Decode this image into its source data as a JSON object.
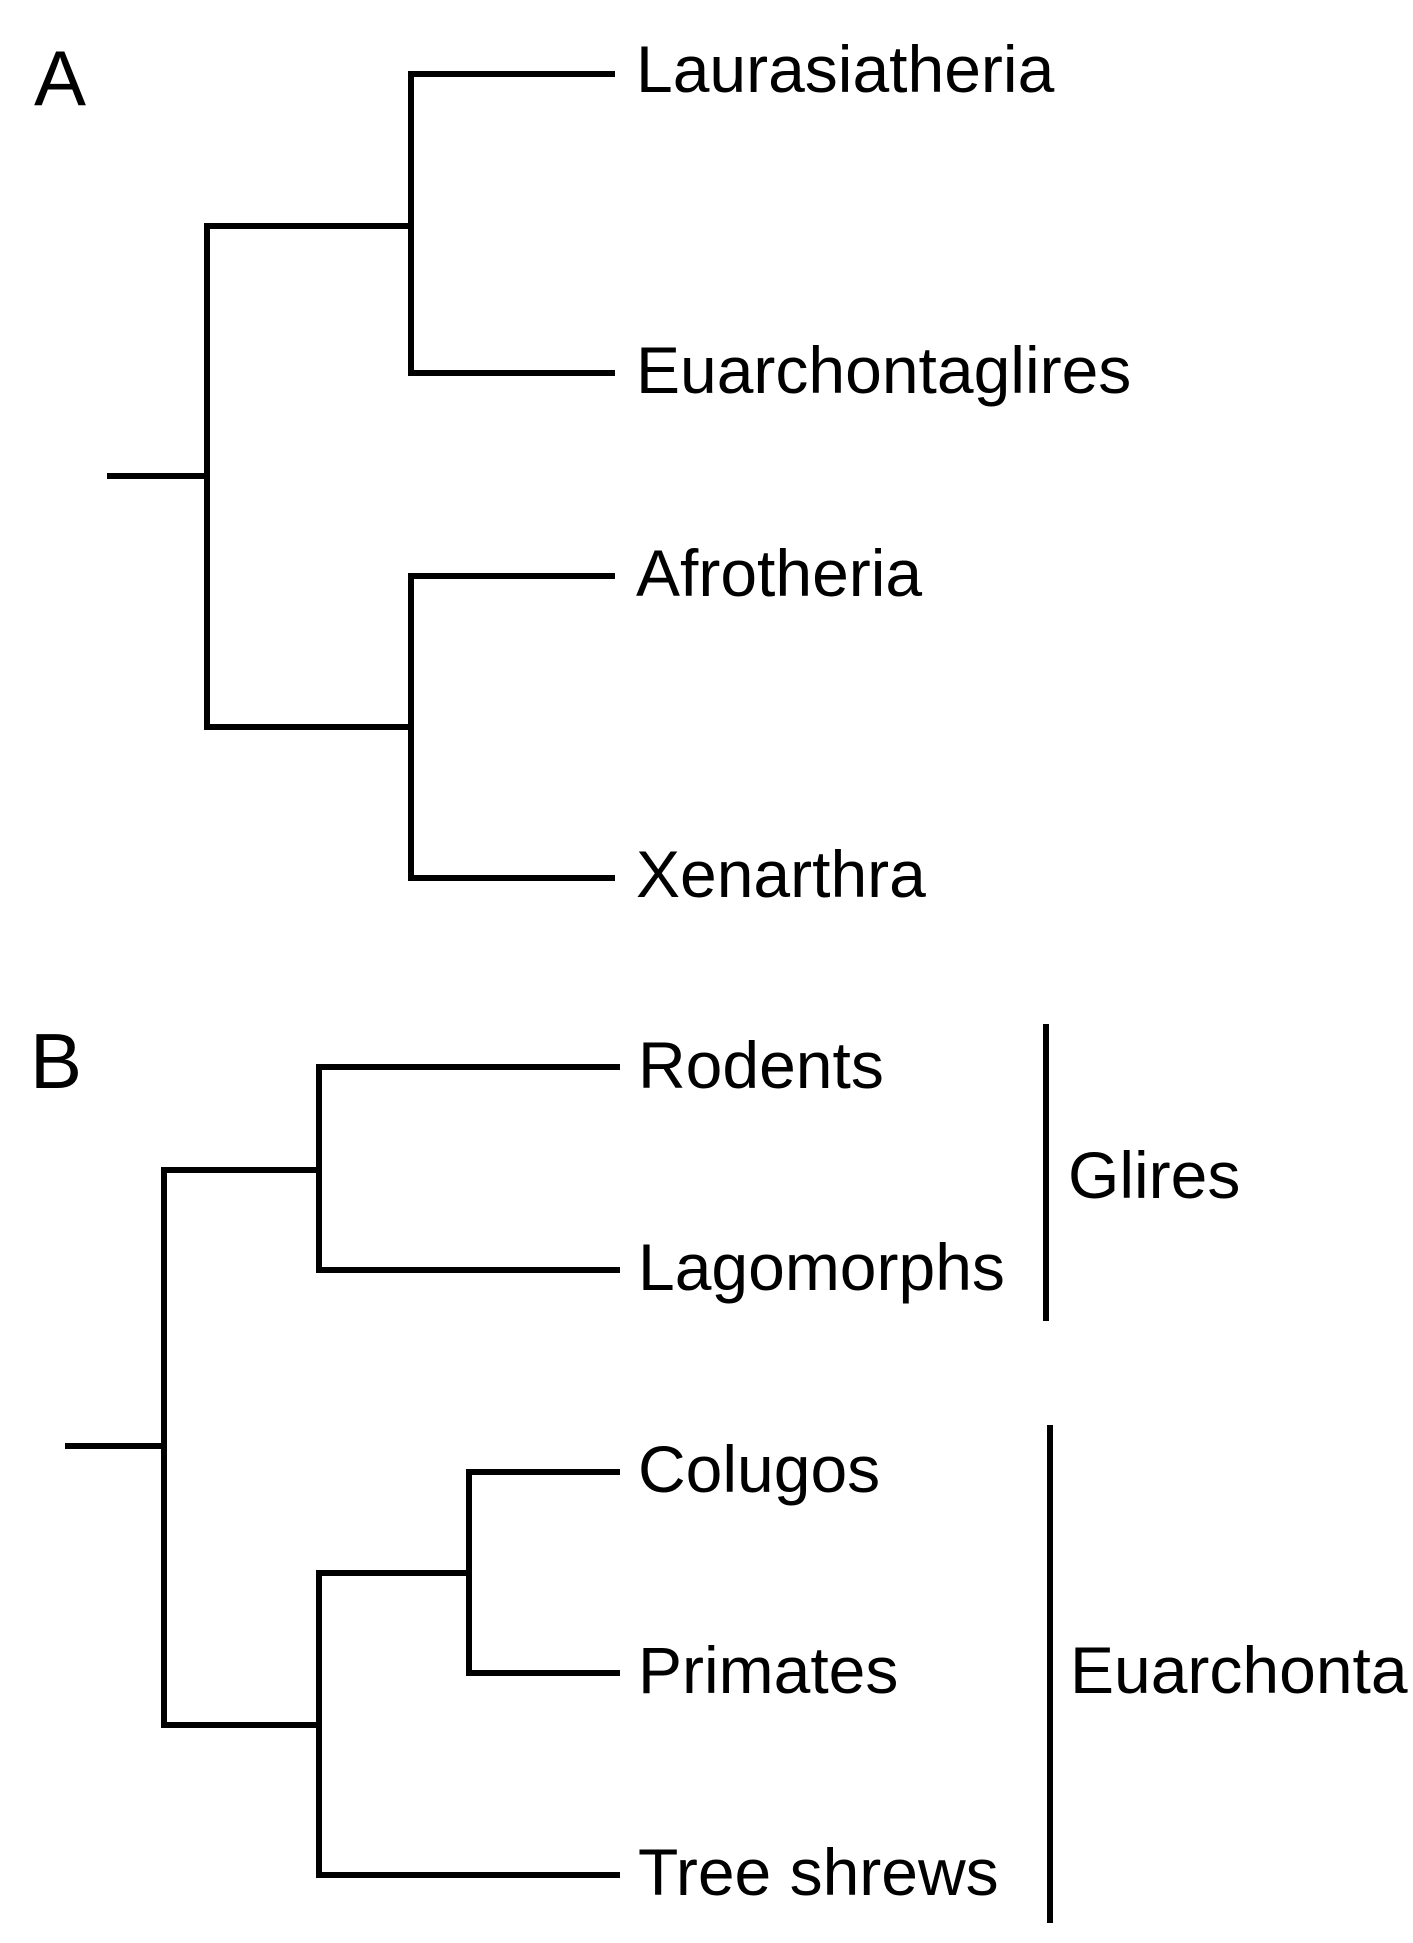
{
  "panels": {
    "a": {
      "label": "A",
      "taxa": [
        "Laurasiatheria",
        "Euarchontaglires",
        "Afrotheria",
        "Xenarthra"
      ]
    },
    "b": {
      "label": "B",
      "taxa": [
        "Rodents",
        "Lagomorphs",
        "Colugos",
        "Primates",
        "Tree shrews"
      ],
      "groups": [
        "Glires",
        "Euarchonta"
      ]
    }
  }
}
